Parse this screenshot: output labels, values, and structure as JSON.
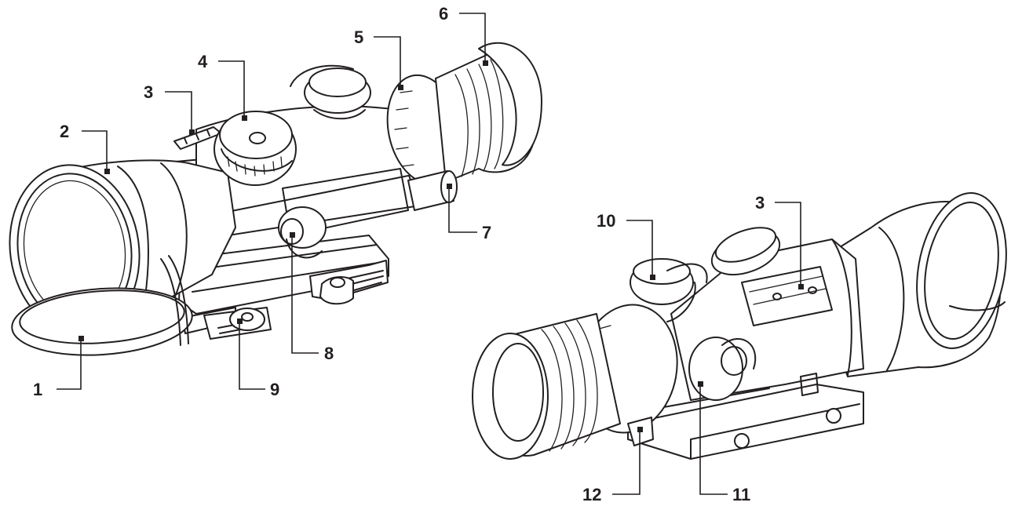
{
  "callouts": {
    "left": [
      {
        "label": "1"
      },
      {
        "label": "2"
      },
      {
        "label": "3"
      },
      {
        "label": "4"
      },
      {
        "label": "5"
      },
      {
        "label": "6"
      },
      {
        "label": "7"
      },
      {
        "label": "8"
      },
      {
        "label": "9"
      }
    ],
    "right": [
      {
        "label": "3"
      },
      {
        "label": "10"
      },
      {
        "label": "11"
      },
      {
        "label": "12"
      }
    ]
  },
  "colors": {
    "ink": "#231f20",
    "background": "#ffffff"
  }
}
